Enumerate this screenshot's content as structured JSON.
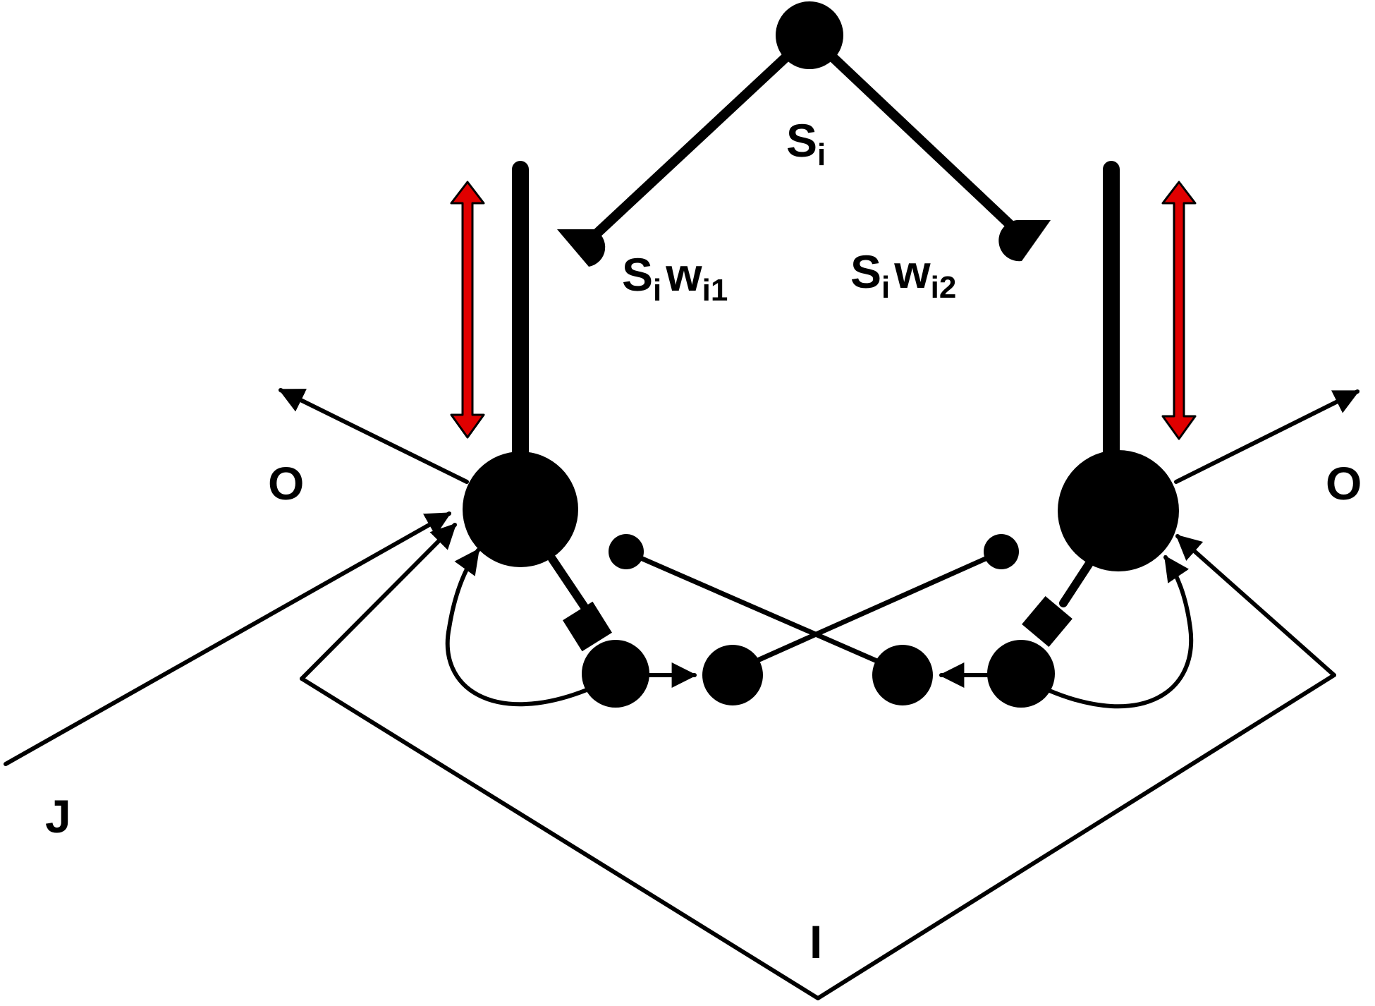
{
  "labels": {
    "s_main": "S",
    "s_main_sub": "i",
    "w1_s": "S",
    "w1_s_sub": "i",
    "w1_w": "w",
    "w1_w_sub": "i1",
    "w2_s": "S",
    "w2_s_sub": "i",
    "w2_w": "w",
    "w2_w_sub": "i2",
    "o_left": "O",
    "o_right": "O",
    "j": "J",
    "i": "I"
  },
  "colors": {
    "ink": "#000000",
    "feedback_arrow": "#e00000",
    "background": "#ffffff"
  }
}
